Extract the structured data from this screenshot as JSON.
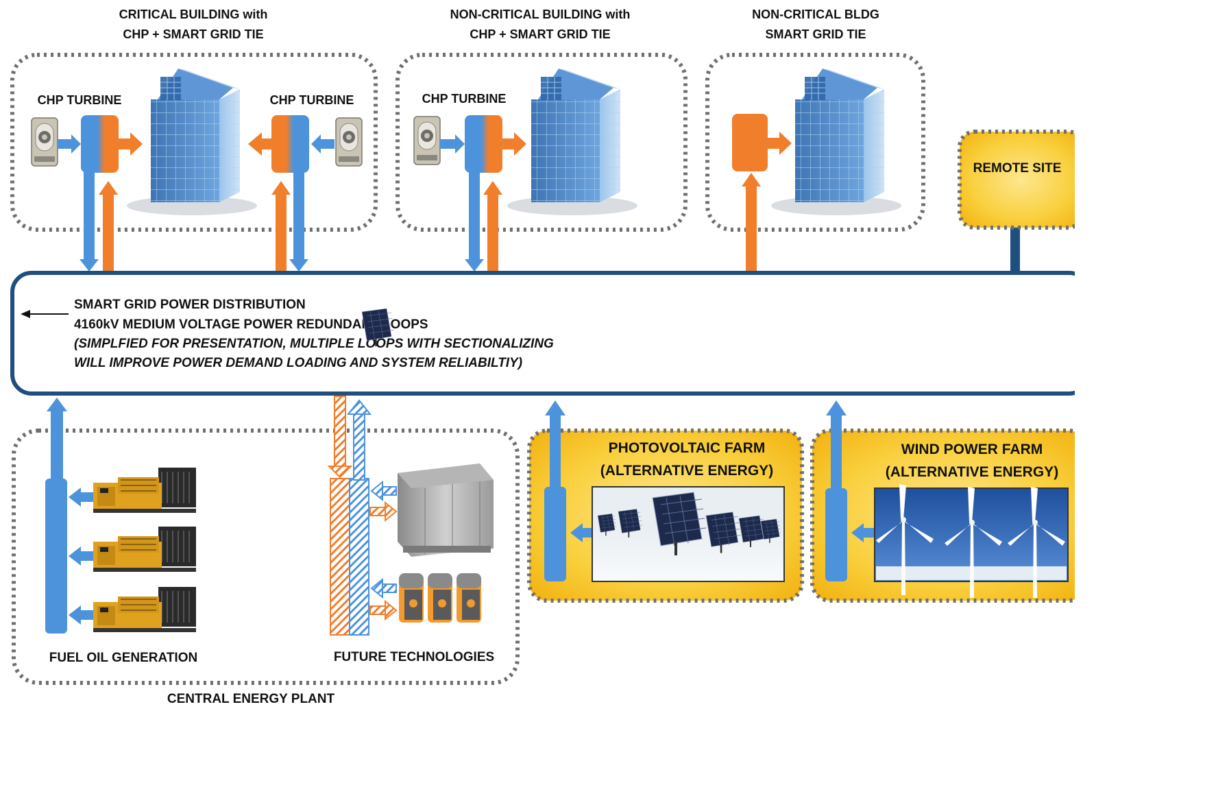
{
  "colors": {
    "blue": "#4d93dc",
    "blue_dark": "#1f4f7f",
    "orange": "#f07e2b",
    "gold": "#f8c11c",
    "gold_light": "#fde27a",
    "dots": "#6f6f6f"
  },
  "buildings": {
    "critical": {
      "title_line1": "CRITICAL BUILDING with",
      "title_line2": "CHP + SMART GRID TIE",
      "turbine_left_label": "CHP TURBINE",
      "turbine_right_label": "CHP TURBINE"
    },
    "noncritical_chp": {
      "title_line1": "NON-CRITICAL BUILDING with",
      "title_line2": "CHP + SMART GRID TIE",
      "turbine_label": "CHP TURBINE"
    },
    "noncritical_bldg": {
      "title_line1": "NON-CRITICAL BLDG",
      "title_line2": "SMART GRID TIE"
    }
  },
  "remote_site": {
    "label": "REMOTE SITE"
  },
  "grid": {
    "line1": "SMART GRID POWER DISTRIBUTION",
    "line2": "4160kV MEDIUM VOLTAGE POWER REDUNDANT LOOPS",
    "line3": "(SIMPLFIED FOR PRESENTATION, MULTIPLE LOOPS WITH SECTIONALIZING",
    "line4": "WILL IMPROVE POWER DEMAND LOADING AND SYSTEM RELIABILTIY)"
  },
  "plant": {
    "fuel_label": "FUEL OIL GENERATION",
    "future_label": "FUTURE TECHNOLOGIES",
    "plant_label": "CENTRAL ENERGY PLANT"
  },
  "pv_farm": {
    "line1": "PHOTOVOLTAIC  FARM",
    "line2": "(ALTERNATIVE ENERGY)"
  },
  "wind_farm": {
    "line1": "WIND POWER FARM",
    "line2": "(ALTERNATIVE ENERGY)"
  }
}
